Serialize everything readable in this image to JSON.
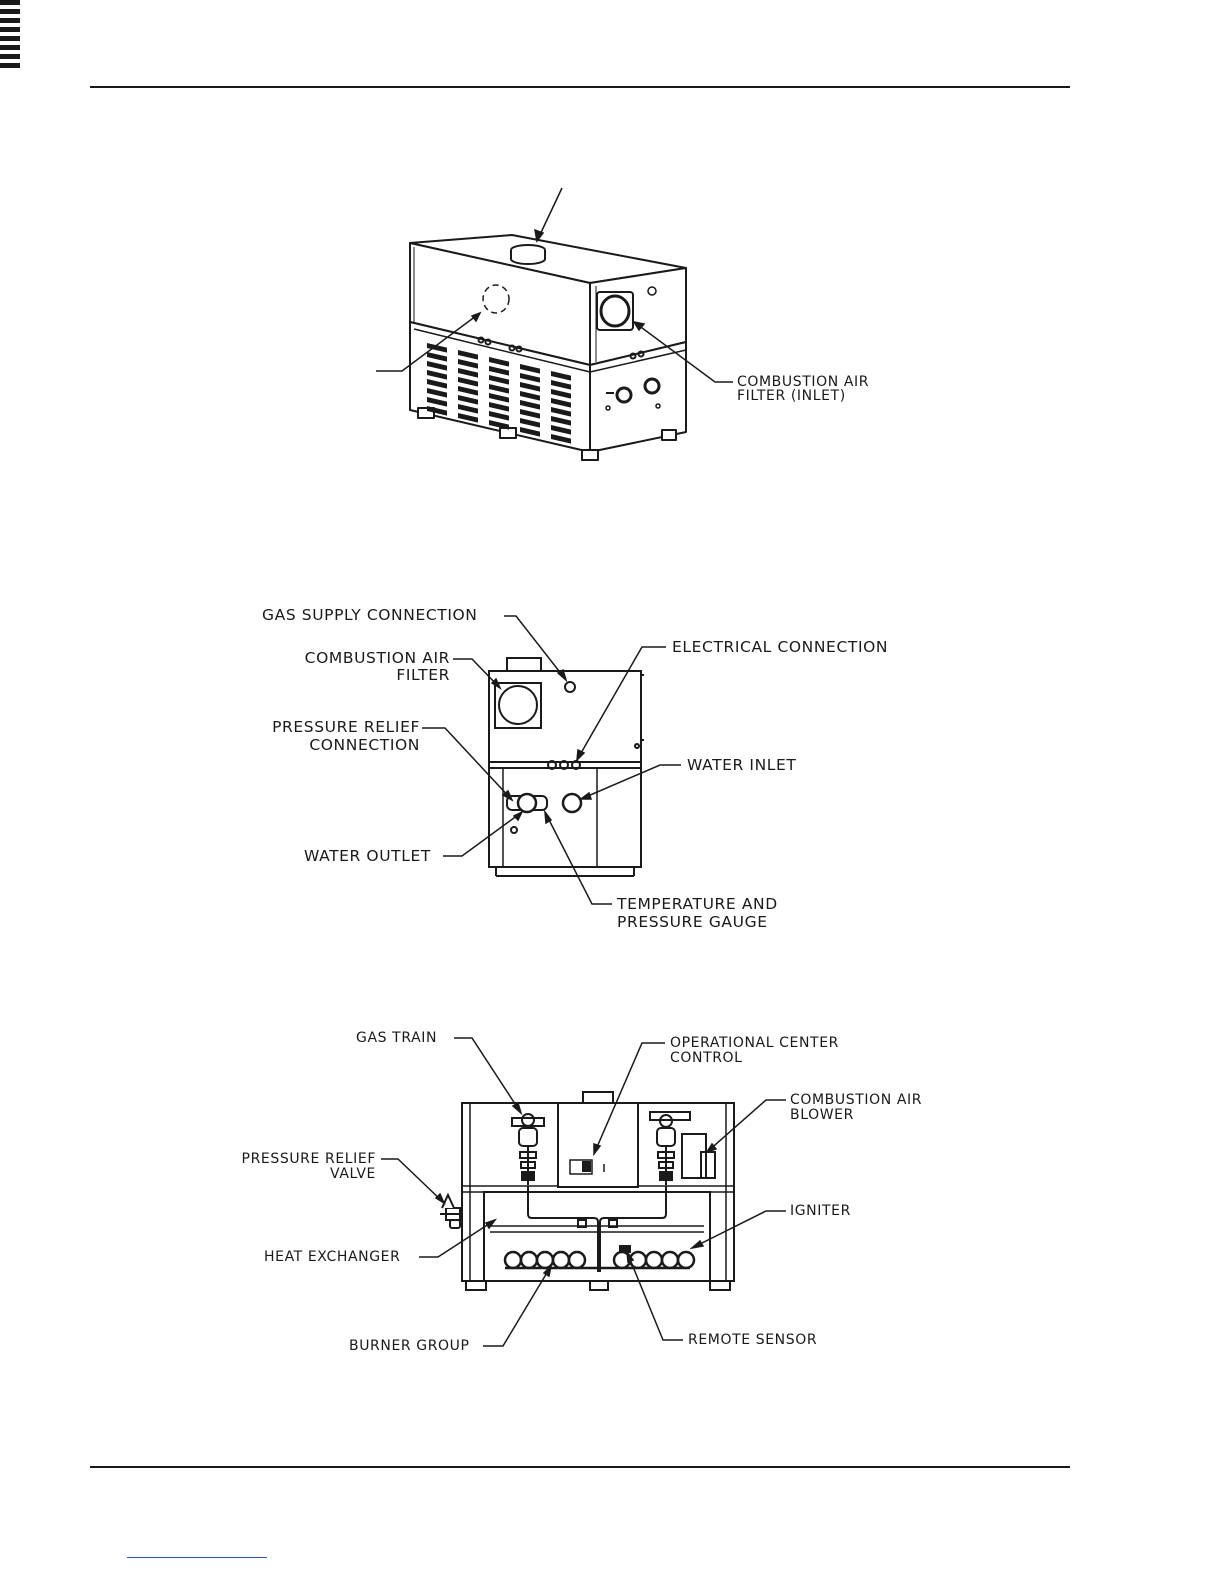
{
  "figure1": {
    "labels": {
      "combustion_air_inlet": [
        "COMBUSTION AIR",
        "FILTER (INLET)"
      ]
    }
  },
  "figure2": {
    "labels": {
      "gas_supply": "GAS SUPPLY CONNECTION",
      "combustion_air_filter": [
        "COMBUSTION AIR",
        "FILTER"
      ],
      "pressure_relief_connection": [
        "PRESSURE RELIEF",
        "CONNECTION"
      ],
      "water_outlet": "WATER OUTLET",
      "electrical_connection": "ELECTRICAL CONNECTION",
      "water_inlet": "WATER INLET",
      "temp_pressure_gauge": [
        "TEMPERATURE AND",
        "PRESSURE GAUGE"
      ]
    }
  },
  "figure3": {
    "labels": {
      "gas_train": "GAS TRAIN",
      "operational_center_control": [
        "OPERATIONAL CENTER",
        "CONTROL"
      ],
      "combustion_air_blower": [
        "COMBUSTION AIR",
        "BLOWER"
      ],
      "pressure_relief_valve": [
        "PRESSURE RELIEF",
        "VALVE"
      ],
      "heat_exchanger": "HEAT EXCHANGER",
      "igniter": "IGNITER",
      "burner_group": "BURNER GROUP",
      "remote_sensor": "REMOTE SENSOR"
    }
  }
}
